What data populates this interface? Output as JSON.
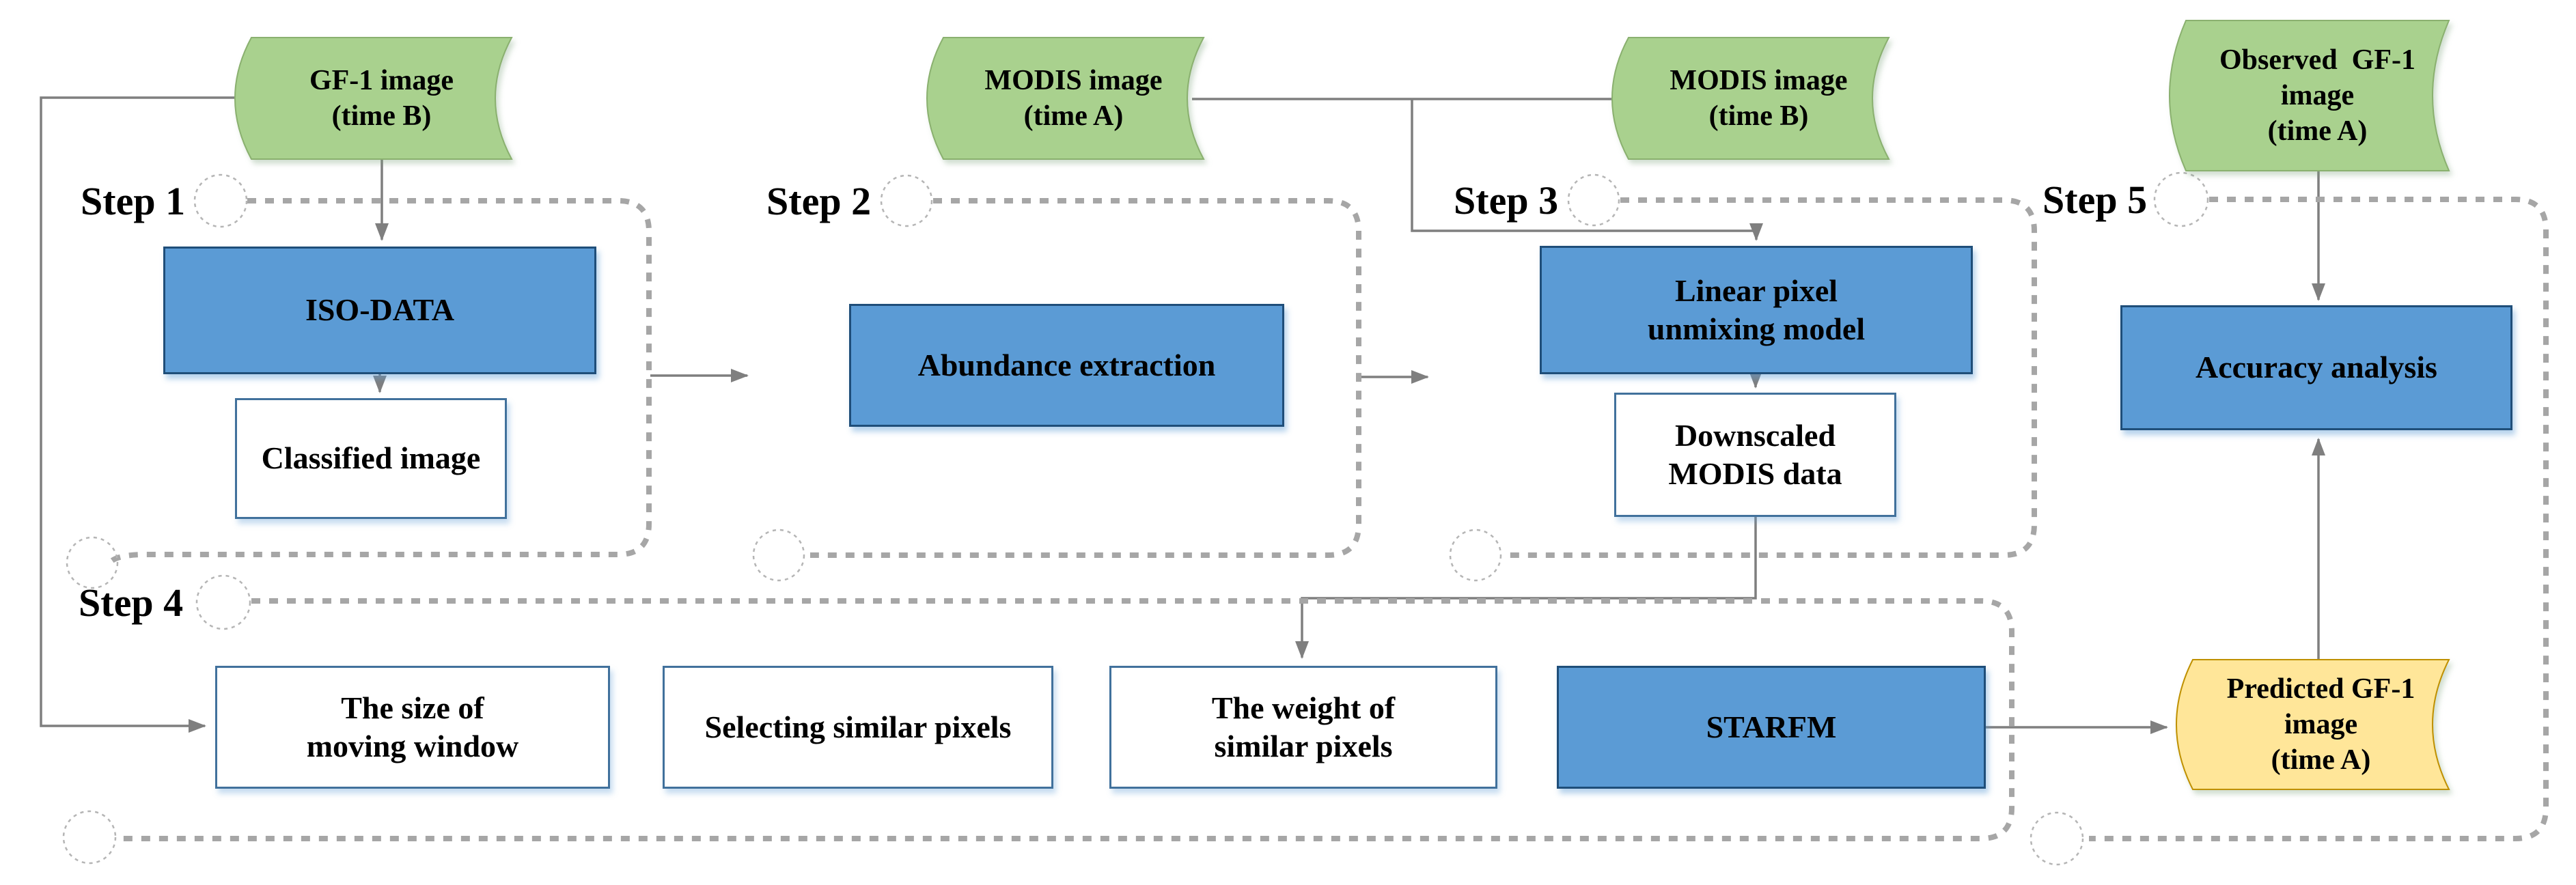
{
  "colors": {
    "green_fill": "#a9d18e",
    "green_border": "#8ab06f",
    "yellow_fill": "#ffe699",
    "yellow_border": "#bf9000",
    "blue_fill": "#5b9bd5",
    "blue_border": "#1f4e79",
    "white_box_border": "#41719c",
    "connector": "#7f7f7f",
    "dash": "#a6a6a6",
    "circle": "#b5b5b5",
    "text": "#000000"
  },
  "steps": [
    "Step 1",
    "Step 2",
    "Step 3",
    "Step 4",
    "Step 5"
  ],
  "nodes": {
    "gf1_b": {
      "lines": [
        "GF-1 image",
        "(time B)"
      ]
    },
    "modis_a": {
      "lines": [
        "MODIS image",
        "(time A)"
      ]
    },
    "modis_b": {
      "lines": [
        "MODIS image",
        "(time B)"
      ]
    },
    "observed": {
      "lines": [
        "Observed  GF-1",
        "image",
        "(time A)"
      ]
    },
    "predicted": {
      "lines": [
        "Predicted GF-1",
        "image",
        "(time A)"
      ]
    },
    "iso": {
      "label": "ISO-DATA"
    },
    "classified": {
      "label": "Classified image"
    },
    "abundance": {
      "label": "Abundance extraction"
    },
    "linear": {
      "lines": [
        "Linear pixel",
        "unmixing model"
      ]
    },
    "downscaled": {
      "lines": [
        "Downscaled",
        "MODIS data"
      ]
    },
    "accuracy": {
      "label": "Accuracy analysis"
    },
    "size_window": {
      "lines": [
        "The size of",
        "moving window"
      ]
    },
    "selecting": {
      "label": "Selecting similar pixels"
    },
    "weight": {
      "lines": [
        "The weight of",
        "similar pixels"
      ]
    },
    "starfm": {
      "label": "STARFM"
    }
  }
}
